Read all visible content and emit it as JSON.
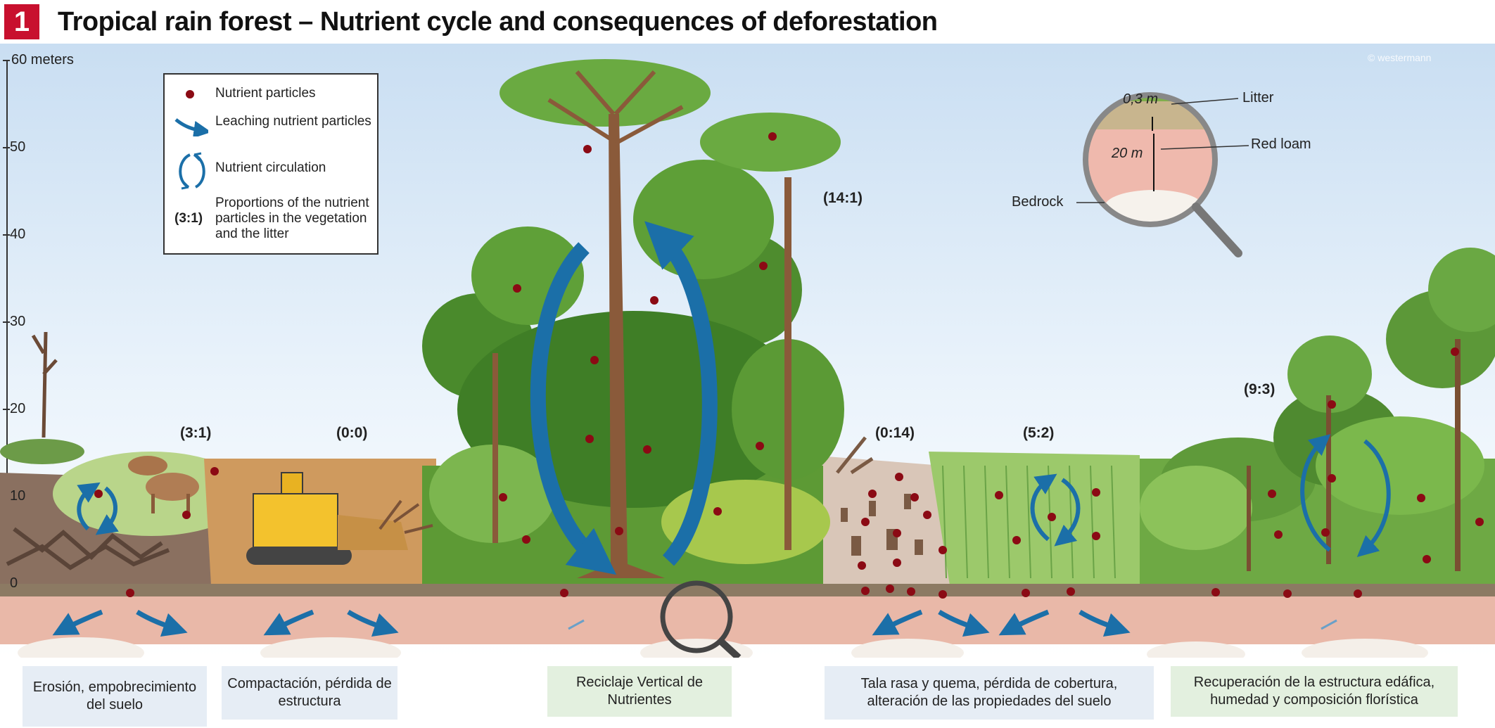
{
  "title": {
    "number": "1",
    "text": "Tropical rain forest – Nutrient cycle and consequences of deforestation"
  },
  "axis": {
    "ticks": [
      "60 meters",
      "50",
      "40",
      "30",
      "20",
      "10",
      "0"
    ]
  },
  "legend": {
    "nutrient_particles": "Nutrient particles",
    "leaching": "Leaching nutrient particles",
    "circulation": "Nutrient circulation",
    "proportion_symbol": "(3:1)",
    "proportions": "Proportions of the nutrient particles in the vegetation and the litter"
  },
  "ratios": {
    "rainforest": "(14:1)",
    "pasture": "(3:1)",
    "bulldozer": "(0:0)",
    "clearcut": "(0:14)",
    "crop": "(5:2)",
    "regrowth": "(9:3)"
  },
  "magnifier": {
    "litter_depth": "0,3 m",
    "loam_depth": "20 m",
    "litter": "Litter",
    "red_loam": "Red loam",
    "bedrock": "Bedrock"
  },
  "copyright": "© westermann",
  "captions": {
    "erosion": "Erosión, empobrecimiento del suelo",
    "compaction": "Compactación, pérdida de estructura",
    "recycling": "Reciclaje Vertical de Nutrientes",
    "clearing": "Tala rasa y quema, pérdida de cobertura, alteración de las propiedades del suelo",
    "recovery": "Recuperación de la estructura edáfica, humedad y composición florística"
  },
  "colors": {
    "title_badge": "#c8102e",
    "nutrient": "#8b0a14",
    "arrow": "#1b6fa8",
    "soil": "#e9b8a8",
    "sky_top": "#cfe3f4"
  }
}
